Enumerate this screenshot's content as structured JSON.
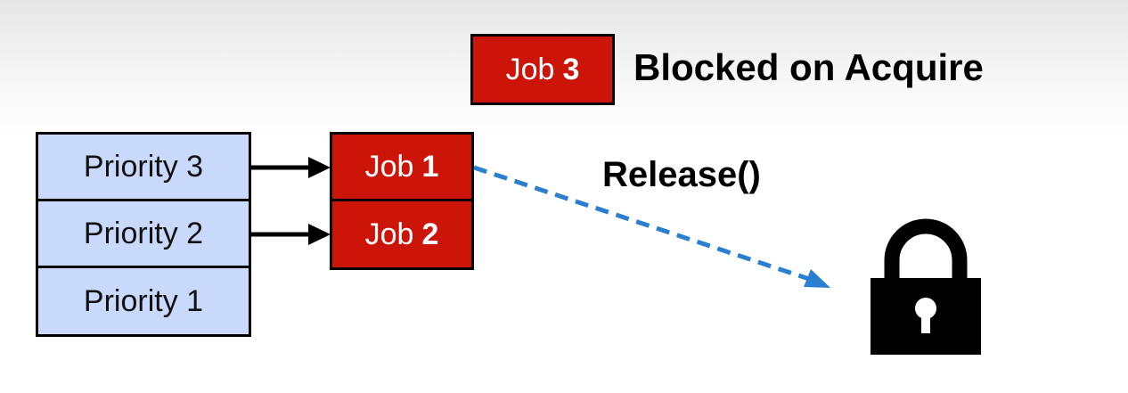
{
  "priority_queue": [
    {
      "label": "Priority 3"
    },
    {
      "label": "Priority 2"
    },
    {
      "label": "Priority 1"
    }
  ],
  "jobs": [
    {
      "word": "Job",
      "number": "1"
    },
    {
      "word": "Job",
      "number": "2"
    }
  ],
  "blocked_job": {
    "word": "Job",
    "number": "3"
  },
  "blocked_label": "Blocked on Acquire",
  "release_label": "Release()",
  "icons": {
    "lock": "padlock-icon"
  },
  "colors": {
    "queue_fill": "#c9d9fb",
    "job_fill": "#cc1409",
    "dashed_arrow": "#2a7fd0"
  }
}
